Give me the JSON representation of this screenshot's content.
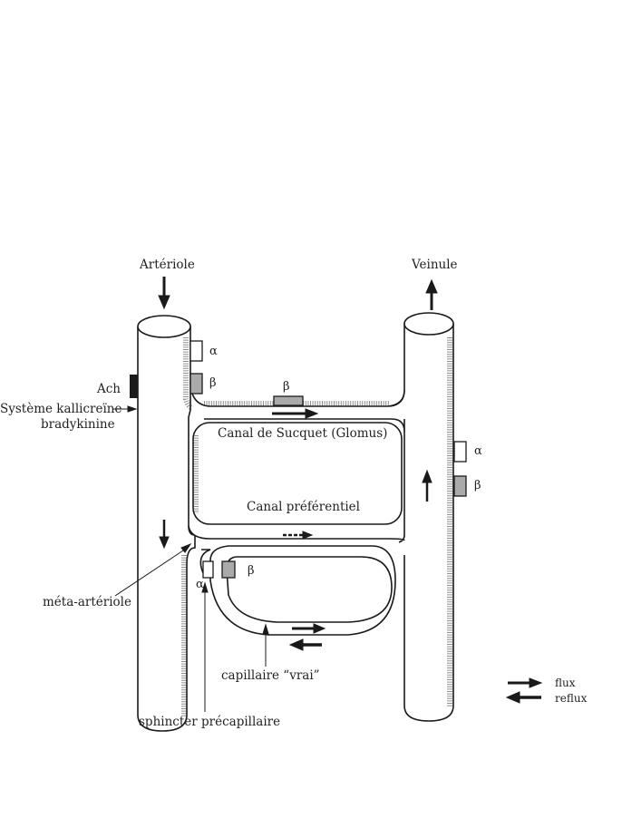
{
  "labels": {
    "arteriole": "Artériole",
    "veinule": "Veinule",
    "ach": "Ach",
    "kallicreine": "Système kallicreïne",
    "bradykinine": "bradykinine",
    "canal_sucquet": "Canal de Sucquet (Glomus)",
    "canal_preferentiel": "Canal préférentiel",
    "meta_arteriole": "méta-artériole",
    "capillaire_vrai": "capillaire “vrai”",
    "sphincter": "sphincter précapillaire",
    "flux": "flux",
    "reflux": "reflux"
  },
  "receptors": {
    "alpha": "α",
    "beta": "β"
  },
  "colors": {
    "ink": "#1a1a1a",
    "background": "#ffffff"
  }
}
